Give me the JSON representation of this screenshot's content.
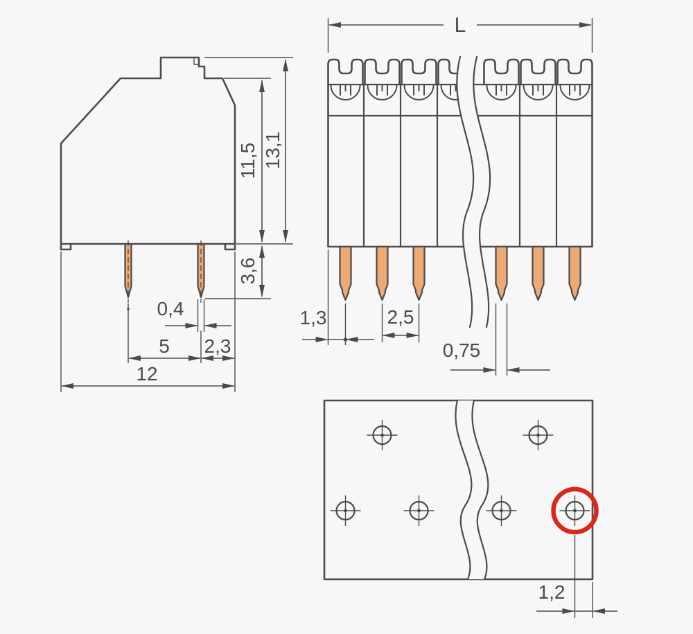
{
  "colors": {
    "line": "#4b4b4b",
    "pin": "#edaa74",
    "highlight": "#da291c",
    "background": "#f7f7f7"
  },
  "side_view": {
    "body_height": "11,5",
    "total_height": "13,1",
    "pin_length": "3,6",
    "pin_width": "0,4",
    "pin_spacing": "5",
    "pin_to_edge": "2,3",
    "overall_width": "12"
  },
  "front_view": {
    "overall_length": "L",
    "end_offset": "1,3",
    "pitch": "2,5",
    "pin_width": "0,75"
  },
  "drill_plan": {
    "hole_to_edge": "1,2"
  }
}
